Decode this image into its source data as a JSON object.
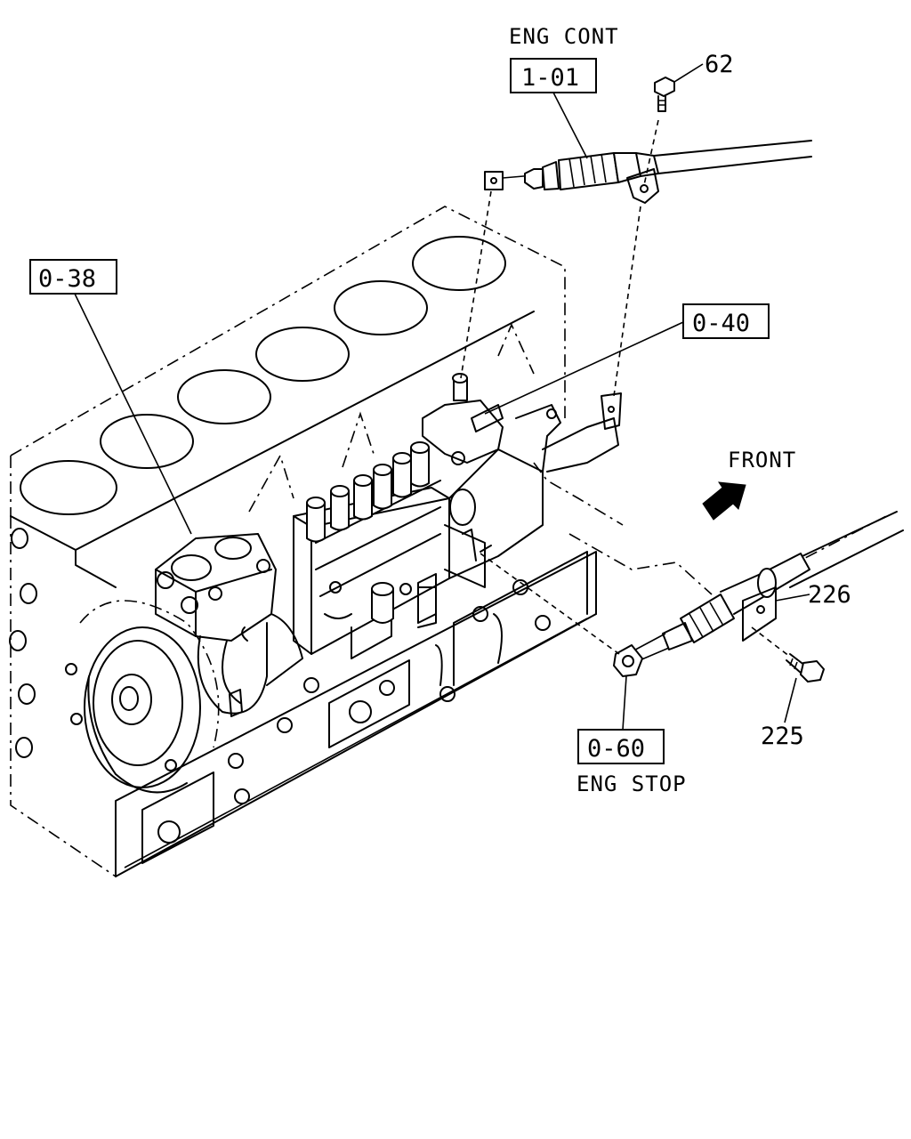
{
  "labels": {
    "eng_cont": "ENG CONT",
    "ref_1_01": "1-01",
    "part_62": "62",
    "ref_0_38": "0-38",
    "ref_0_40": "0-40",
    "front": "FRONT",
    "part_226": "226",
    "part_225": "225",
    "ref_0_60": "0-60",
    "eng_stop": "ENG STOP"
  },
  "colors": {
    "ink": "#000000",
    "paper": "#ffffff"
  },
  "icons": {
    "front_arrow": "arrow-icon"
  }
}
